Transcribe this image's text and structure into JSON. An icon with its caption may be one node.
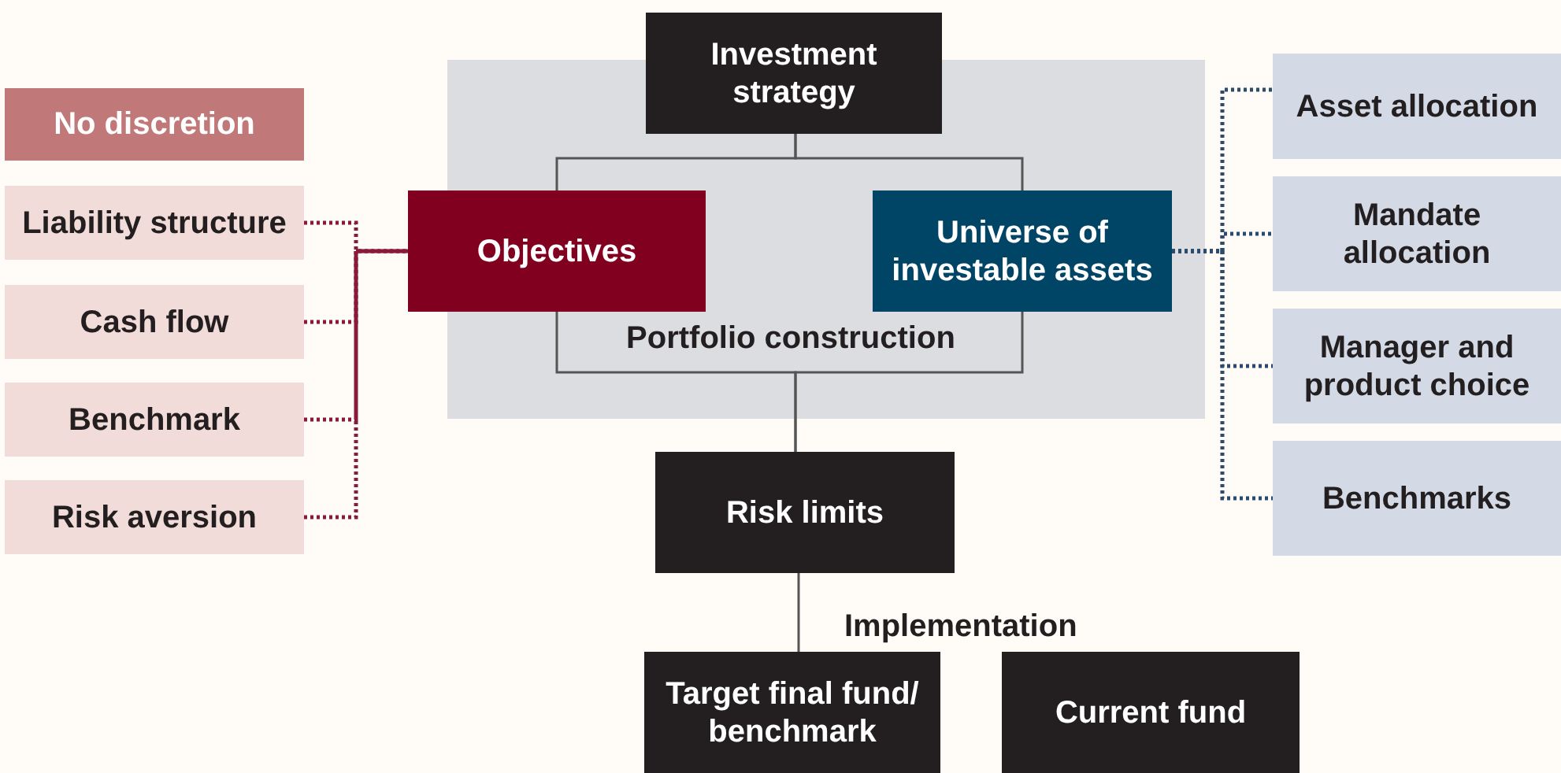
{
  "diagram": {
    "nodes": [
      {
        "text": [
          "Investment strategy"
        ]
      },
      {
        "text": [
          "Objectives"
        ]
      },
      {
        "text": [
          "Universe of investable assets"
        ]
      },
      {
        "text": [
          "No discretion"
        ]
      },
      {
        "text": [
          "Liability structure"
        ]
      },
      {
        "text": [
          "Cash flow"
        ]
      },
      {
        "text": [
          "Benchmark"
        ]
      },
      {
        "text": [
          "Risk aversion"
        ]
      },
      {
        "text": [
          "Asset allocation"
        ]
      },
      {
        "text": [
          "Mandate allocation"
        ]
      },
      {
        "text": [
          "Manager and product choice"
        ]
      },
      {
        "text": [
          "Benchmarks"
        ]
      },
      {
        "text": [
          "Risk limits"
        ]
      },
      {
        "text": [
          "Target final fund/ benchmark"
        ]
      },
      {
        "text": [
          "Current fund"
        ]
      }
    ],
    "edges": [
      {
        "from": 0,
        "to": 1,
        "arrow": "none"
      },
      {
        "from": 0,
        "to": 2,
        "arrow": "none"
      },
      {
        "from": 1,
        "to": 12,
        "arrow": "none"
      },
      {
        "from": 2,
        "to": 12,
        "arrow": "none"
      },
      {
        "from": 12,
        "to": 13,
        "arrow": "none"
      },
      {
        "from": 4,
        "to": 1,
        "arrow": "none",
        "style": "dashed",
        "color": "#8a1a3a"
      },
      {
        "from": 5,
        "to": 1,
        "arrow": "none",
        "style": "dashed",
        "color": "#8a1a3a"
      },
      {
        "from": 6,
        "to": 1,
        "arrow": "none",
        "style": "dashed",
        "color": "#8a1a3a"
      },
      {
        "from": 7,
        "to": 1,
        "arrow": "none",
        "style": "dashed",
        "color": "#8a1a3a"
      },
      {
        "from": 2,
        "to": 8,
        "arrow": "none",
        "style": "dashed",
        "color": "#2b4a6e"
      },
      {
        "from": 2,
        "to": 9,
        "arrow": "none",
        "style": "dashed",
        "color": "#2b4a6e"
      },
      {
        "from": 2,
        "to": 10,
        "arrow": "none",
        "style": "dashed",
        "color": "#2b4a6e"
      },
      {
        "from": 2,
        "to": 11,
        "arrow": "none",
        "style": "dashed",
        "color": "#2b4a6e"
      }
    ],
    "labels": [
      "Portfolio construction",
      "Implementation"
    ]
  }
}
